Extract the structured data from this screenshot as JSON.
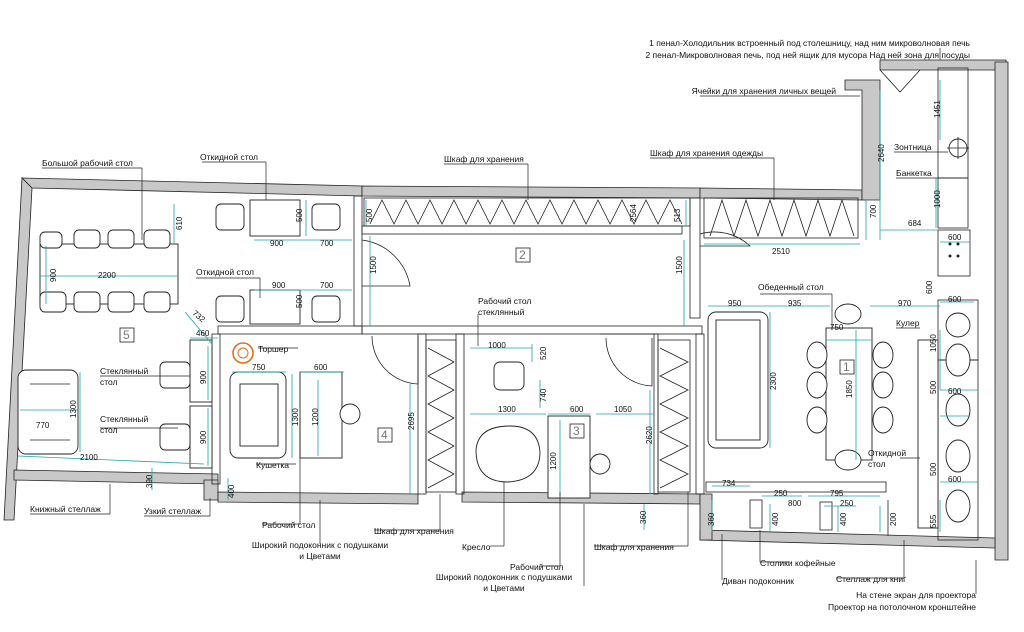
{
  "labels": {
    "top_note_1": "1 пенал-Холодильник встроенный под столешницу, над ним микроволновая печь",
    "top_note_2": "2 пенал-Микроволновая печь,  под ней ящик для мусора Над ней зона для посуды",
    "lockers": "Ячейки для хранения личных вещей",
    "big_desk": "Большой рабочий стол",
    "folding_table_top": "Откидной стол",
    "storage_cabinet": "Шкаф для хранения",
    "clothes_cabinet": "Шкаф для хранения одежды",
    "umbrella": "Зонтница",
    "bench": "Банкетка",
    "folding_table_mid": "Откидной стол",
    "glass_desk": "Рабочий стол\nстеклянный",
    "dining_table": "Обеденный стол",
    "cooler": "Кулер",
    "floor_lamp": "Торшер",
    "glass_table_1": "Стеклянный\nстол",
    "glass_table_2": "Стеклянный\nстол",
    "couch": "Кушетка",
    "folding_table_right": "Откидной\nстол",
    "bookshelf": "Книжный стеллаж",
    "narrow_shelf": "Узкий стеллаж",
    "work_desk_4": "Рабочий стол",
    "wide_sill_1": "Широкий подоконник с подушками\nи Цветами",
    "storage_cabinet_4": "Шкаф для хранения",
    "armchair": "Кресло",
    "work_desk_3": "Рабочий стол",
    "wide_sill_2": "Широкий подоконник с подушками\nи Цветами",
    "storage_cabinet_3": "Шкаф для хранения",
    "coffee_tables": "Столики кофейные",
    "sill_sofa": "Диван подоконник",
    "book_shelf_r": "Стеллаж для книг",
    "projector_screen": "На стене экран для проектора",
    "projector": "Проектор на потолочном кронштейне"
  },
  "rooms": [
    "1",
    "2",
    "3",
    "4",
    "5"
  ],
  "dims": {
    "d1451": "1451",
    "d2640": "2640",
    "d684": "684",
    "d1000": "1000",
    "d700a": "700",
    "d600a": "600",
    "d600b": "600",
    "d610": "610",
    "d900a": "900",
    "d2200": "2200",
    "d500a": "500",
    "d900b": "900",
    "d700b": "700",
    "d1500a": "1500",
    "d1500b": "1500",
    "d2564": "2564",
    "d513": "513",
    "d2510": "2510",
    "d500b": "500",
    "d900c": "900",
    "d700c": "700",
    "d950": "950",
    "d935": "935",
    "d970": "970",
    "d600c": "600",
    "d732": "732",
    "d460": "460",
    "d750a": "750",
    "d1000b": "1000",
    "d520": "520",
    "d1050a": "1050",
    "d900d": "900",
    "d750b": "750",
    "d600d": "600",
    "d1300a": "1300",
    "d1200a": "1200",
    "d2695": "2695",
    "d740": "740",
    "d1300b": "1300",
    "d600e": "600",
    "d1050b": "1050",
    "d2300": "2300",
    "d1850": "1850",
    "d500c": "500",
    "d600f": "600",
    "d900e": "900",
    "d1300c": "1300",
    "d770": "770",
    "d1200b": "1200",
    "d2620": "2620",
    "d600g": "600",
    "d2100": "2100",
    "d390": "390",
    "d400a": "400",
    "d360a": "360",
    "d734": "734",
    "d250a": "250",
    "d800": "800",
    "d795": "795",
    "d250b": "250",
    "d360b": "360",
    "d400b": "400",
    "d400c": "400",
    "d200": "200",
    "d555": "555",
    "d500d": "500"
  },
  "colors": {
    "dimension": "#1aa6a6",
    "wall": "#c8c8c8",
    "lamp": "#e07020",
    "room_num": "#777777"
  }
}
